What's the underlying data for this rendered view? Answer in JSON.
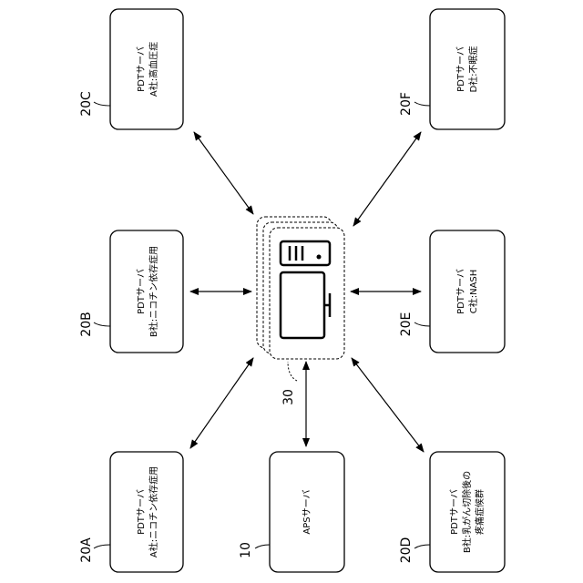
{
  "server_cluster": {
    "reference": "30"
  },
  "aps_server": {
    "reference": "10",
    "line1": "APSサーバ"
  },
  "pdt_servers": [
    {
      "id": "20A",
      "reference": "20A",
      "line1": "PDTサーバ",
      "line2": "A社:ニコチン依存症用"
    },
    {
      "id": "20B",
      "reference": "20B",
      "line1": "PDTサーバ",
      "line2": "B社:ニコチン依存症用"
    },
    {
      "id": "20C",
      "reference": "20C",
      "line1": "PDTサーバ",
      "line2": "A社:高血圧症"
    },
    {
      "id": "20D",
      "reference": "20D",
      "line1": "PDTサーバ",
      "line2": "B社:乳がん切除後の",
      "line3": "疼痛症候群"
    },
    {
      "id": "20E",
      "reference": "20E",
      "line1": "PDTサーバ",
      "line2": "C社:NASH"
    },
    {
      "id": "20F",
      "reference": "20F",
      "line1": "PDTサーバ",
      "line2": "D社:不眠症"
    }
  ]
}
